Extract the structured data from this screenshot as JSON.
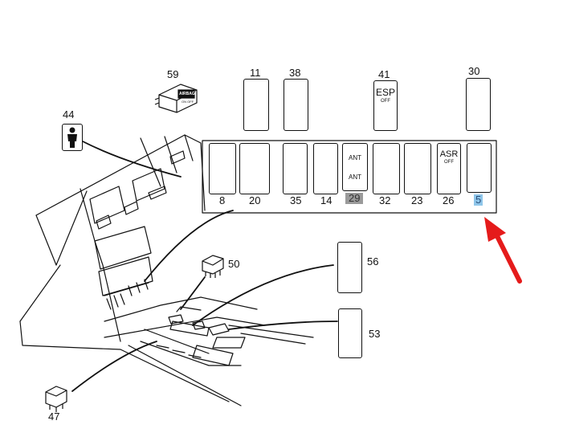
{
  "labels": {
    "n59": "59",
    "n44": "44",
    "n11": "11",
    "n38": "38",
    "n41": "41",
    "n30": "30",
    "n8": "8",
    "n20": "20",
    "n35": "35",
    "n14": "14",
    "n29": "29",
    "n32": "32",
    "n23": "23",
    "n26": "26",
    "n5": "5",
    "n50": "50",
    "n56": "56",
    "n53": "53",
    "n47": "47"
  },
  "switch_text": {
    "esp": "ESP",
    "esp_off": "OFF",
    "ant_top": "ANT",
    "ant_bottom": "ANT",
    "asr": "ASR",
    "asr_off": "OFF",
    "airbag": "AIRBAG",
    "airbag_sub": "ON OFF"
  },
  "highlights": {
    "label_29": "#9a9a9a",
    "label_5": "#8fc6ea",
    "arrow": "#e51b1b"
  },
  "icons": {
    "switch_59": "airbag-off-key-switch-icon",
    "switch_44": "seat-occupancy-person-icon",
    "switch_11": "trunk-lid-icon",
    "switch_38": "glovebox-icon",
    "switch_30": "convertible-top-icon",
    "switch_8": "rear-window-defrost-icon",
    "switch_20": "car-alarm-icon",
    "switch_35": "central-locking-dot-icon",
    "switch_14": "hazard-warning-triangle-icon",
    "switch_29": "antenna-up-down-icon",
    "switch_32": "interior-protection-icon",
    "switch_23": "tow-away-protection-icon",
    "switch_5": "roll-bar-icon",
    "switch_50": "window-switch-icon",
    "switch_56": "sliding-roof-icon",
    "switch_53": "seat-heating-icon",
    "switch_47": "connector-icon"
  }
}
